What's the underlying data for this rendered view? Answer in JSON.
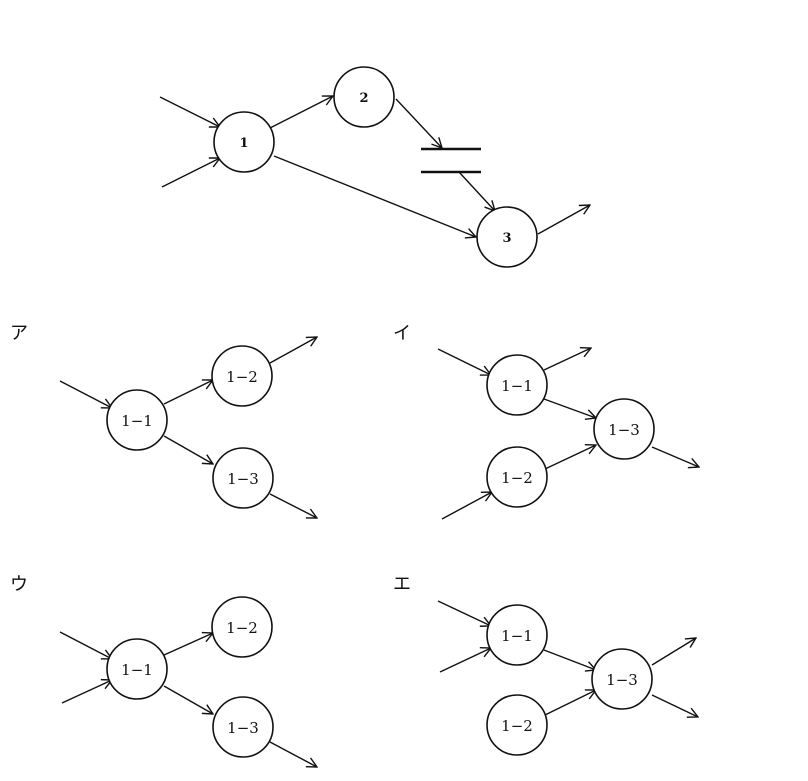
{
  "main_diagram": {
    "nodes": [
      {
        "id": "1",
        "label": "1"
      },
      {
        "id": "2",
        "label": "2"
      },
      {
        "id": "3",
        "label": "3"
      }
    ]
  },
  "options": [
    {
      "label": "ア",
      "nodes": [
        {
          "id": "1-1",
          "label": "1−1"
        },
        {
          "id": "1-2",
          "label": "1−2"
        },
        {
          "id": "1-3",
          "label": "1−3"
        }
      ]
    },
    {
      "label": "イ",
      "nodes": [
        {
          "id": "1-1",
          "label": "1−1"
        },
        {
          "id": "1-2",
          "label": "1−2"
        },
        {
          "id": "1-3",
          "label": "1−3"
        }
      ]
    },
    {
      "label": "ウ",
      "nodes": [
        {
          "id": "1-1",
          "label": "1−1"
        },
        {
          "id": "1-2",
          "label": "1−2"
        },
        {
          "id": "1-3",
          "label": "1−3"
        }
      ]
    },
    {
      "label": "エ",
      "nodes": [
        {
          "id": "1-1",
          "label": "1−1"
        },
        {
          "id": "1-2",
          "label": "1−2"
        },
        {
          "id": "1-3",
          "label": "1−3"
        }
      ]
    }
  ]
}
